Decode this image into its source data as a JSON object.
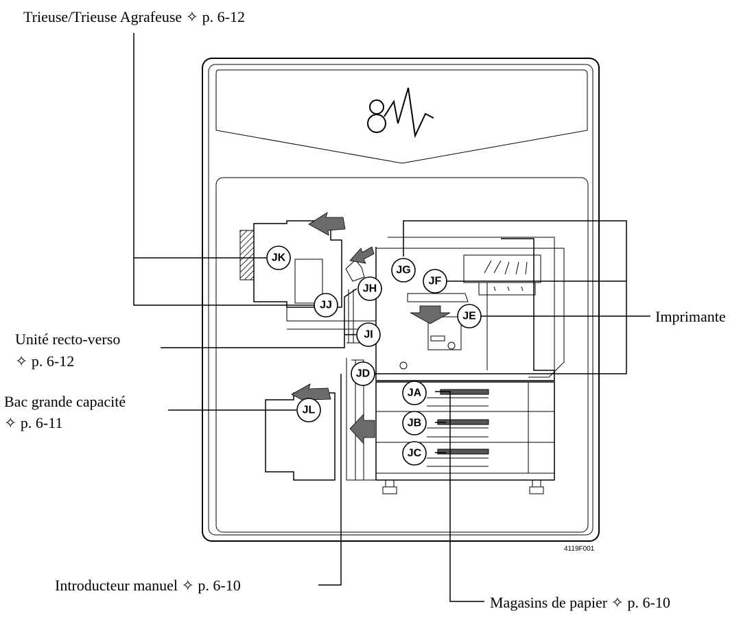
{
  "labels": {
    "sorter": "Trieuse/Trieuse Agrafeuse ✧ p. 6-12",
    "duplex_line1": "Unité recto-verso",
    "duplex_line2": "✧ p. 6-12",
    "hcf_line1": "Bac grande capacité",
    "hcf_line2": "✧ p. 6-11",
    "printer": "Imprimante",
    "manual_feed": "Introducteur manuel ✧ p. 6-10",
    "paper_trays": "Magasins de papier ✧ p. 6-10",
    "figure_id": "4119F001"
  },
  "codes": {
    "JA": "JA",
    "JB": "JB",
    "JC": "JC",
    "JD": "JD",
    "JE": "JE",
    "JF": "JF",
    "JG": "JG",
    "JH": "JH",
    "JI": "JI",
    "JJ": "JJ",
    "JK": "JK",
    "JL": "JL"
  }
}
